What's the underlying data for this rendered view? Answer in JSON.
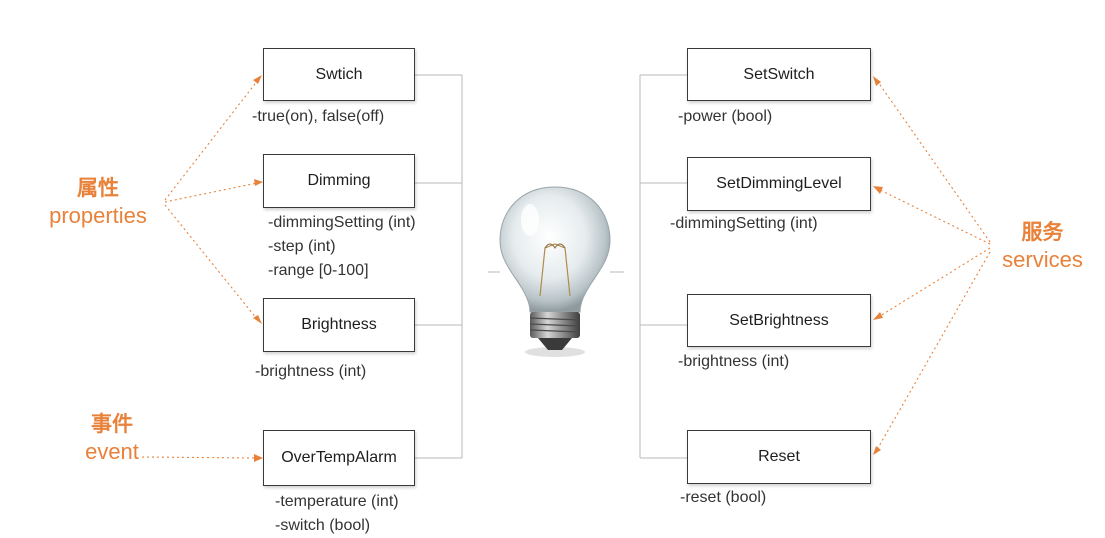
{
  "left": {
    "properties_label": {
      "zh": "属性",
      "en": "properties"
    },
    "event_label": {
      "zh": "事件",
      "en": "event"
    },
    "boxes": [
      {
        "title": "Swtich",
        "attrs": [
          "-true(on), false(off)"
        ]
      },
      {
        "title": "Dimming",
        "attrs": [
          "-dimmingSetting (int)",
          "-step (int)",
          "-range [0-100]"
        ]
      },
      {
        "title": "Brightness",
        "attrs": [
          "-brightness (int)"
        ]
      },
      {
        "title": "OverTempAlarm",
        "attrs": [
          "-temperature (int)",
          "-switch (bool)"
        ]
      }
    ]
  },
  "right": {
    "services_label": {
      "zh": "服务",
      "en": "services"
    },
    "boxes": [
      {
        "title": "SetSwitch",
        "attrs": [
          "-power (bool)"
        ]
      },
      {
        "title": "SetDimmingLevel",
        "attrs": [
          "-dimmingSetting (int)"
        ]
      },
      {
        "title": "SetBrightness",
        "attrs": [
          "-brightness (int)"
        ]
      },
      {
        "title": "Reset",
        "attrs": [
          "-reset (bool)"
        ]
      }
    ]
  },
  "colors": {
    "accent": "#e8823a",
    "wire": "#b9b9b9",
    "box_border": "#3a3a3a"
  },
  "icons": {
    "center": "lightbulb-icon"
  }
}
